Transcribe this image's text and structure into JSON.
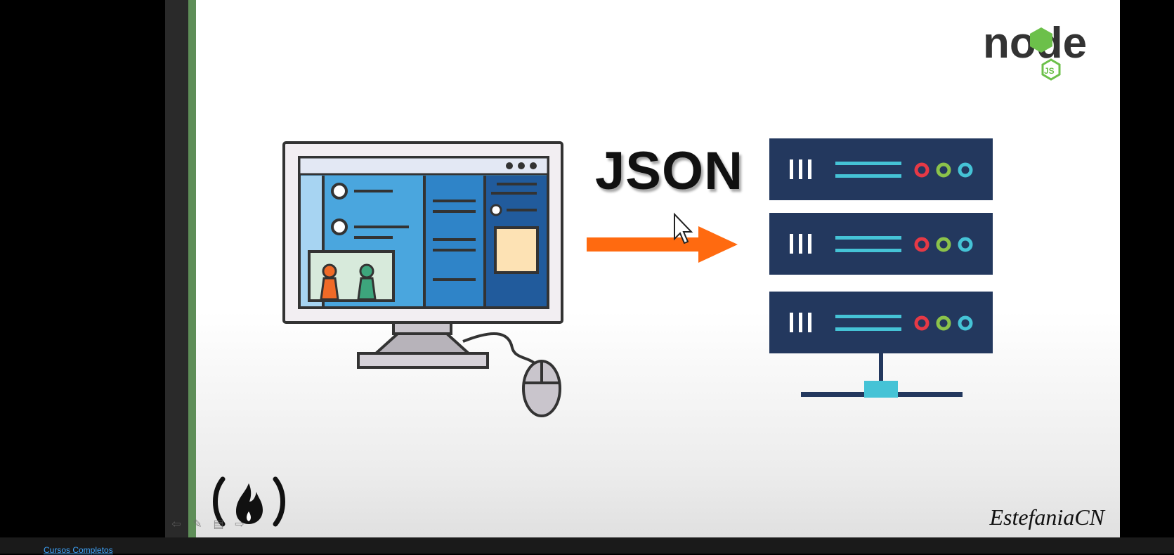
{
  "slide": {
    "json_label": "JSON",
    "author": "EstefaniaCN",
    "logo_text": "node",
    "logo_badge": "JS"
  },
  "colors": {
    "arrow": "#ff6a10",
    "server": "#23385e",
    "screen_blue": "#4aa6de",
    "screen_dark": "#2b6db3",
    "accent_green": "#5e8e58",
    "link": "#3ea6ff"
  },
  "nav": {
    "prev_icon": "arrow-left-icon",
    "pen_icon": "pen-icon",
    "slides_icon": "slides-icon",
    "next_icon": "arrow-right-icon"
  },
  "bottom_bar": {
    "link_label": "Cursos Completos"
  }
}
